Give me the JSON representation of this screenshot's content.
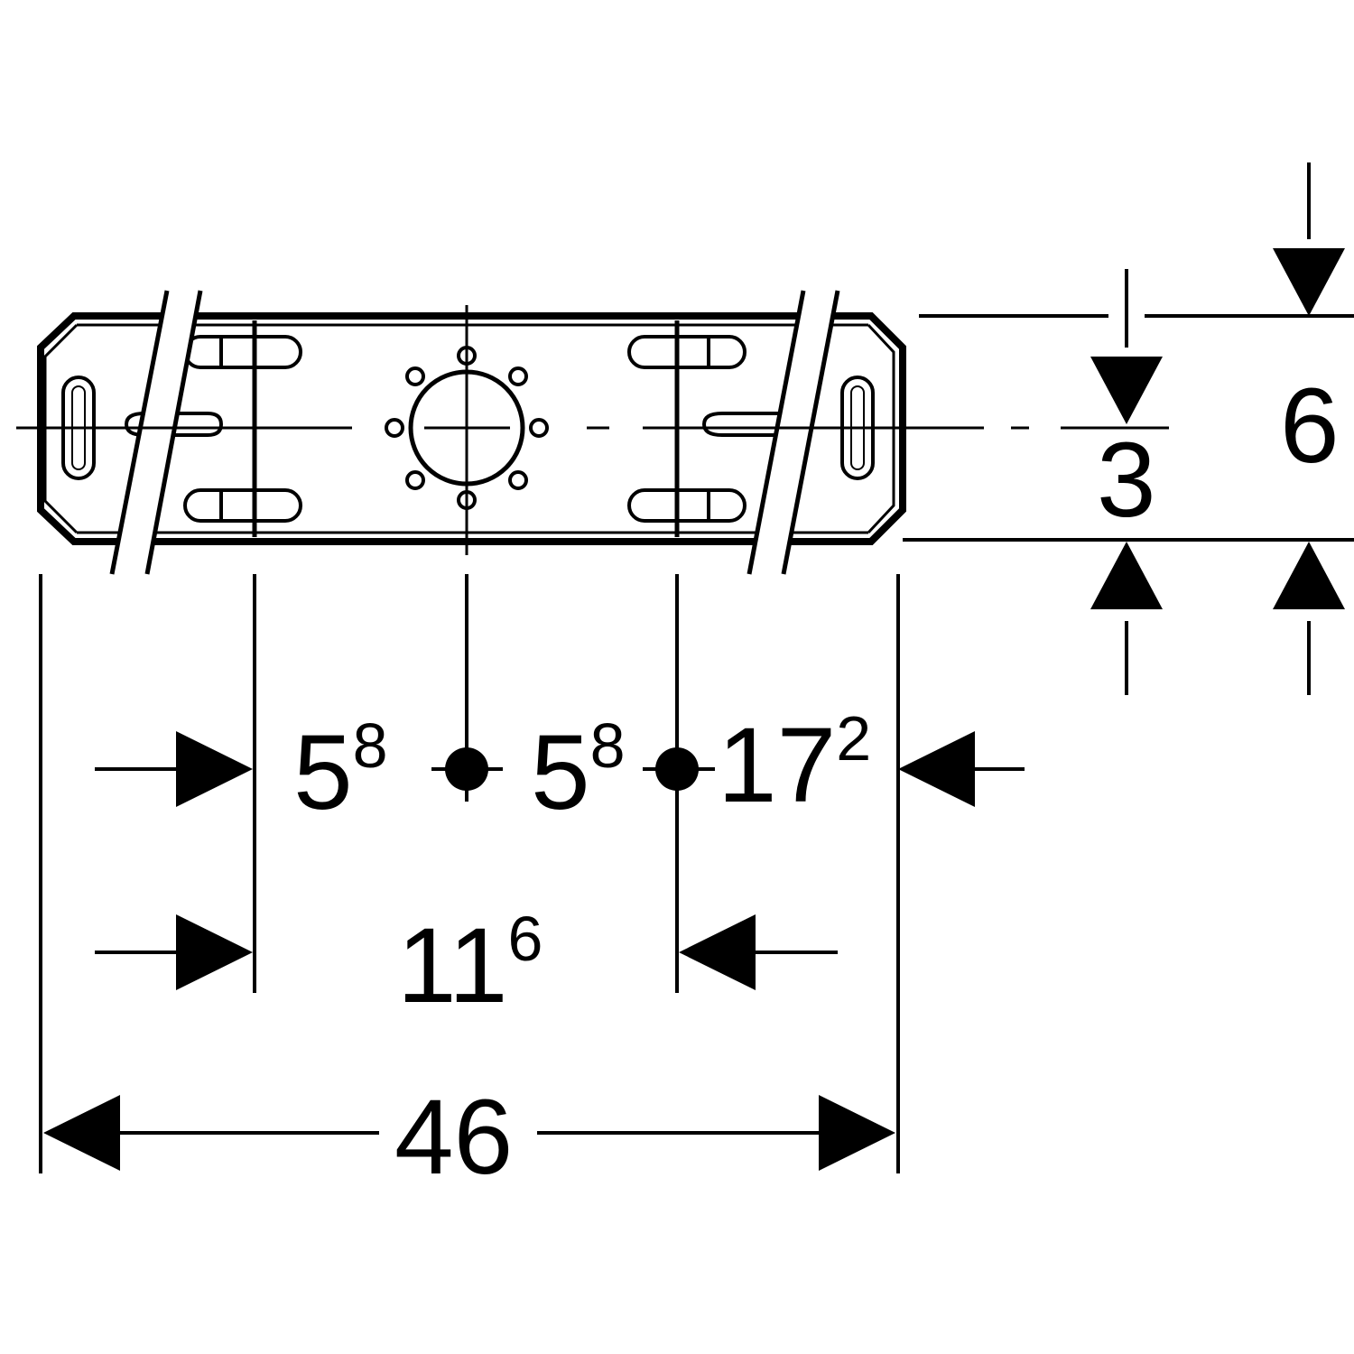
{
  "colors": {
    "ink": "#000000",
    "background": "#ffffff"
  },
  "dimensions": {
    "left_5_8": {
      "base": "5",
      "sup": "8"
    },
    "mid_5_8": {
      "base": "5",
      "sup": "8"
    },
    "right_17_2": {
      "base": "17",
      "sup": "2"
    },
    "span_11_6": {
      "base": "11",
      "sup": "6"
    },
    "total_46": {
      "base": "46"
    },
    "height_3": {
      "base": "3"
    },
    "height_6": {
      "base": "6"
    }
  }
}
